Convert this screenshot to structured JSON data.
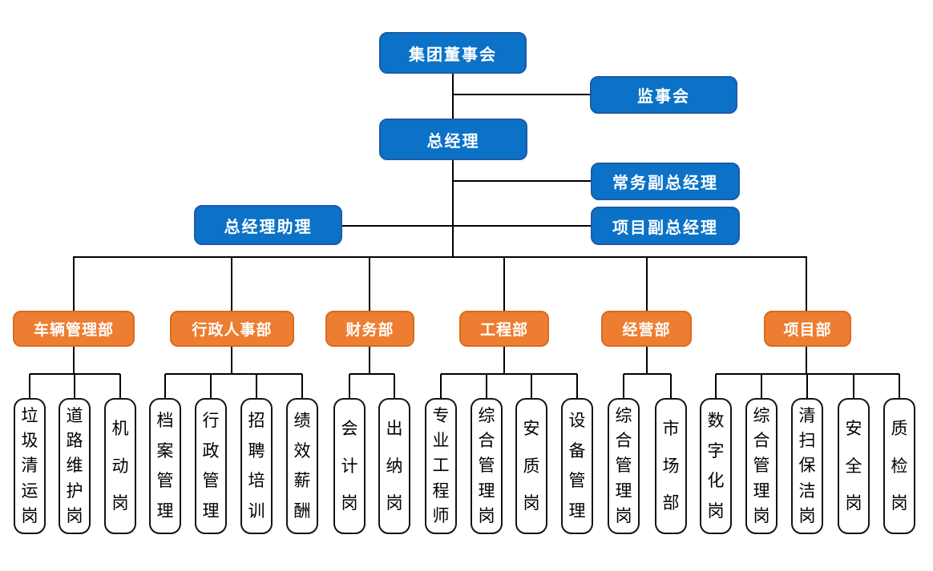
{
  "palette": {
    "blue": "#0B72C7",
    "blue_border": "#1E5AA8",
    "orange": "#ED7D31",
    "orange_border": "#D96B1F",
    "leaf_border": "#141414",
    "line": "#000000",
    "text_on_color": "#FFFFFF",
    "leaf_text": "#000000"
  },
  "top_nodes": {
    "board": {
      "label": "集团董事会"
    },
    "supervisory": {
      "label": "监事会"
    },
    "gm": {
      "label": "总经理"
    },
    "exec_deputy": {
      "label": "常务副总经理"
    },
    "gm_assistant": {
      "label": "总经理助理"
    },
    "project_deputy": {
      "label": "项目副总经理"
    }
  },
  "departments": [
    {
      "label": "车辆管理部",
      "positions": [
        "垃圾清运岗",
        "道路维护岗",
        "机动岗"
      ]
    },
    {
      "label": "行政人事部",
      "positions": [
        "档案管理",
        "行政管理",
        "招聘培训",
        "绩效薪酬"
      ]
    },
    {
      "label": "财务部",
      "positions": [
        "会计岗",
        "出纳岗"
      ]
    },
    {
      "label": "工程部",
      "positions": [
        "专业工程师",
        "综合管理岗",
        "安质岗",
        "设备管理"
      ]
    },
    {
      "label": "经营部",
      "positions": [
        "综合管理岗",
        "市场部"
      ]
    },
    {
      "label": "项目部",
      "positions": [
        "数字化岗",
        "综合管理岗",
        "清扫保洁岗",
        "安全岗",
        "质检岗"
      ]
    }
  ]
}
